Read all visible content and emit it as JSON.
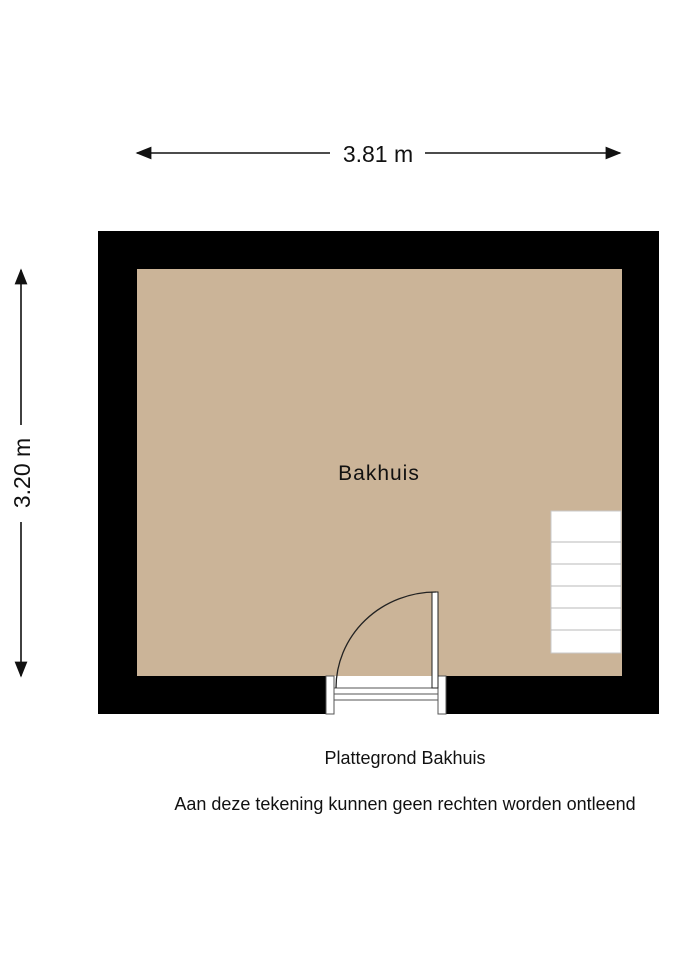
{
  "plan": {
    "width_label": "3.81 m",
    "height_label": "3.20 m",
    "room_name": "Bakhuis"
  },
  "captions": {
    "title": "Plattegrond Bakhuis",
    "disclaimer": "Aan deze tekening kunnen geen rechten worden ontleend"
  },
  "colors": {
    "wall": "#000000",
    "floor": "#cbb498",
    "stairs": "#ffffff",
    "dimension_line": "#111111"
  }
}
